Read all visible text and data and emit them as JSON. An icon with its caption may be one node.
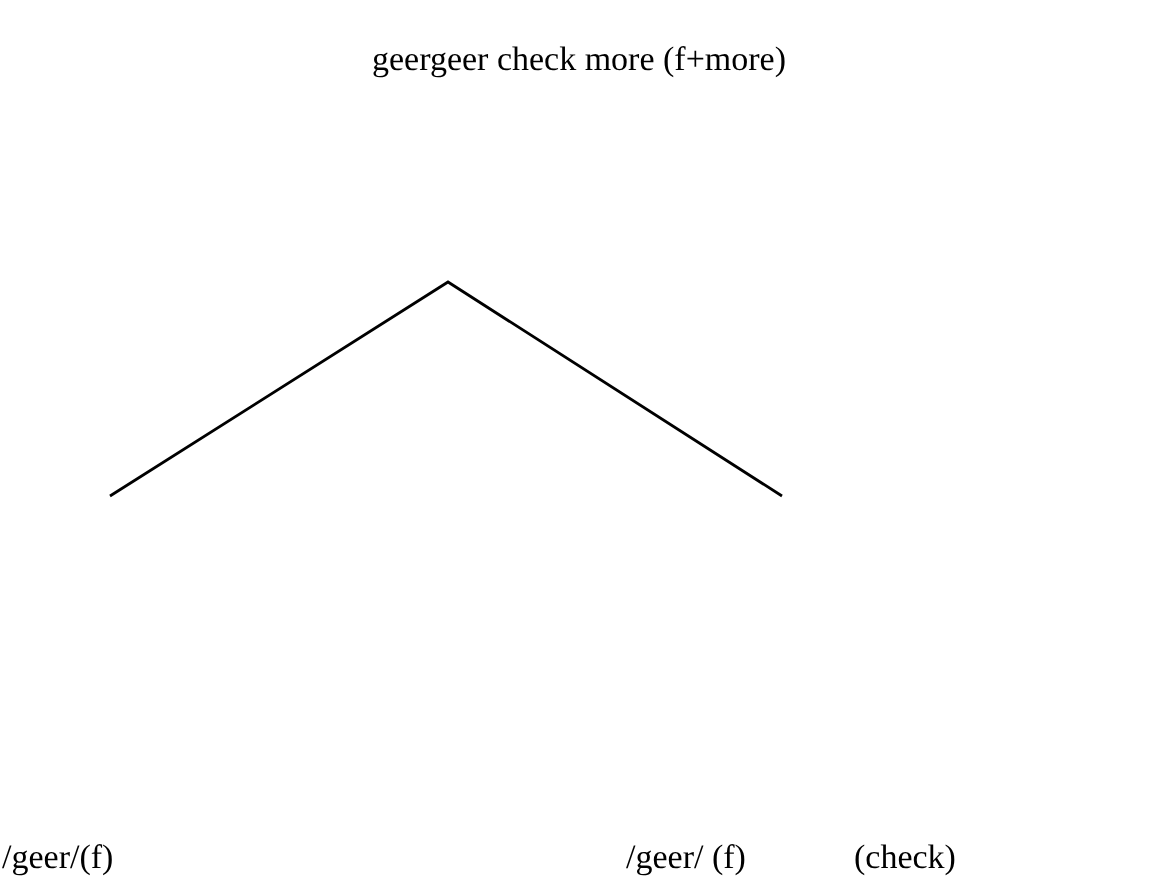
{
  "diagram": {
    "title": "geergeer check more (f+more)",
    "labels": [
      "/geer/(f)",
      "/geer/ (f)",
      "(check)"
    ]
  }
}
